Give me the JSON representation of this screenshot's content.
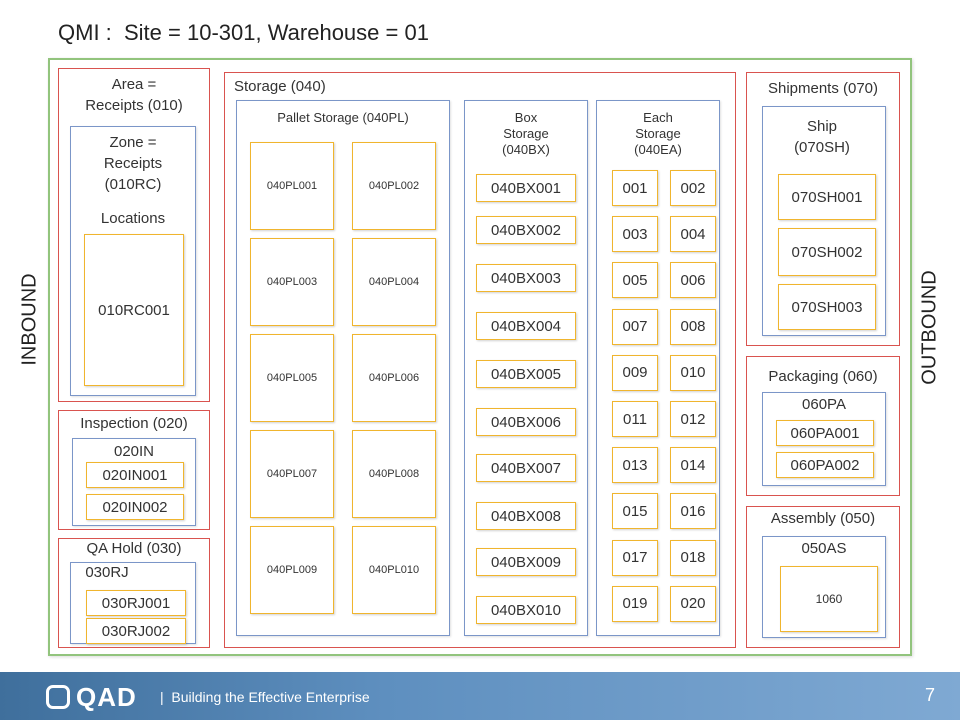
{
  "title": "QMI :  Site = 10-301, Warehouse = 01",
  "inbound": "INBOUND",
  "outbound": "OUTBOUND",
  "receipts": {
    "area": "Area =\nReceipts (010)",
    "zone": "Zone =\nReceipts\n(010RC)",
    "locations_label": "Locations",
    "locations": [
      "010RC001"
    ]
  },
  "inspection": {
    "area": "Inspection (020)",
    "zone": "020IN",
    "locations": [
      "020IN001",
      "020IN002"
    ]
  },
  "qa_hold": {
    "area": "QA Hold (030)",
    "zone": "030RJ",
    "locations": [
      "030RJ001",
      "030RJ002"
    ]
  },
  "storage": {
    "area": "Storage (040)",
    "pallet": {
      "zone": "Pallet Storage (040PL)",
      "locations": [
        "040PL001",
        "040PL002",
        "040PL003",
        "040PL004",
        "040PL005",
        "040PL006",
        "040PL007",
        "040PL008",
        "040PL009",
        "040PL010"
      ]
    },
    "box": {
      "zone": "Box\nStorage\n(040BX)",
      "locations": [
        "040BX001",
        "040BX002",
        "040BX003",
        "040BX004",
        "040BX005",
        "040BX006",
        "040BX007",
        "040BX008",
        "040BX009",
        "040BX010"
      ]
    },
    "each": {
      "zone": "Each\nStorage\n(040EA)",
      "locations": [
        "001",
        "002",
        "003",
        "004",
        "005",
        "006",
        "007",
        "008",
        "009",
        "010",
        "011",
        "012",
        "013",
        "014",
        "015",
        "016",
        "017",
        "018",
        "019",
        "020"
      ]
    }
  },
  "shipments": {
    "area": "Shipments (070)",
    "zone": "Ship\n(070SH)",
    "locations": [
      "070SH001",
      "070SH002",
      "070SH003"
    ]
  },
  "packaging": {
    "area": "Packaging (060)",
    "zone": "060PA",
    "locations": [
      "060PA001",
      "060PA002"
    ]
  },
  "assembly": {
    "area": "Assembly (050)",
    "zone": "050AS",
    "locations": [
      "1060"
    ]
  },
  "footer": {
    "logo": "QAD",
    "tagline": "|  Building the Effective Enterprise",
    "page": "7"
  },
  "colors": {
    "outer_border": "#92c47d",
    "area_border": "#d9534f",
    "zone_border": "#7b96c8",
    "location_border": "#f0b52e",
    "footer": "#4f7fae"
  }
}
